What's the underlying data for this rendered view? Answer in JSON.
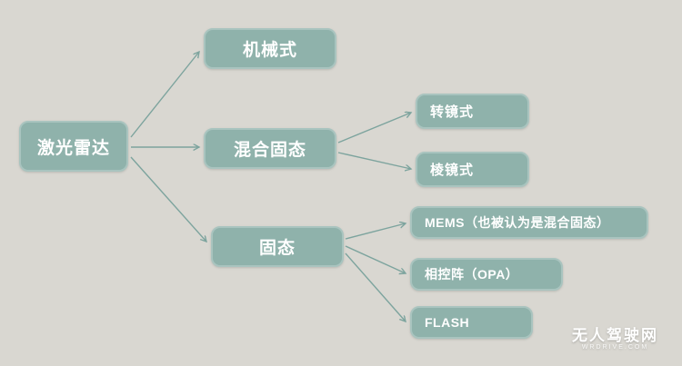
{
  "diagram": {
    "nodes": {
      "root": {
        "label": "激光雷达"
      },
      "mechanical": {
        "label": "机械式"
      },
      "hybrid_solid": {
        "label": "混合固态"
      },
      "solid_state": {
        "label": "固态"
      },
      "rotating_mirror": {
        "label": "转镜式"
      },
      "prism": {
        "label": "棱镜式"
      },
      "mems": {
        "label": "MEMS（也被认为是混合固态）"
      },
      "opa": {
        "label": "相控阵（OPA）"
      },
      "flash": {
        "label": "FLASH"
      }
    },
    "colors": {
      "background": "#d9d7d1",
      "node_fill": "#8fb2ab",
      "node_border": "#a9c4bf",
      "node_text": "#ffffff",
      "arrow": "#7da49e"
    },
    "watermark": {
      "title": "无人驾驶网",
      "subtitle": "WRDRIVE.COM"
    }
  }
}
